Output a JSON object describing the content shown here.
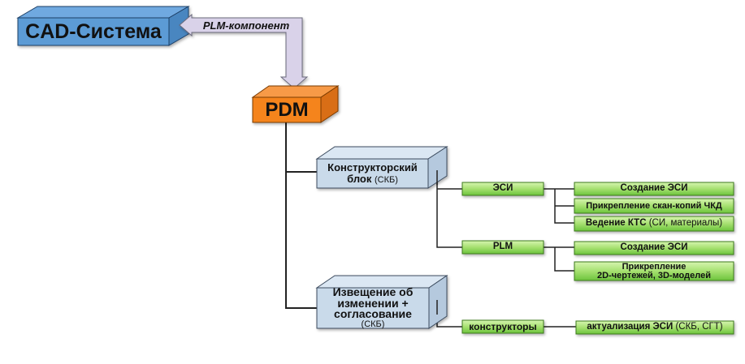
{
  "colors": {
    "cad_front": "#5b9bd5",
    "cad_top": "#6fa9e0",
    "cad_side": "#4a86c0",
    "pdm_front": "#f5841f",
    "pdm_top": "#f79a47",
    "pdm_side": "#d96e12",
    "block_front": "#c9daea",
    "block_top": "#dbe7f3",
    "block_side": "#b5c9de",
    "arrow_fill": "#d9d2e9",
    "green_light": "#c8ef9e",
    "green_dark": "#6cc43c",
    "line": "#222222"
  },
  "nodes": {
    "cad": {
      "label": "CAD-Система"
    },
    "pdm": {
      "label": "PDM"
    },
    "arrow": {
      "label": "PLM-компонент"
    },
    "design_block": {
      "line1": "Конструкторский",
      "line2": "блок",
      "sub": "(СКБ)"
    },
    "change_notice": {
      "line1": "Извещение об",
      "line2": "изменении +",
      "line3": "согласование",
      "sub": "(СКБ)"
    },
    "esi": {
      "label": "ЭСИ"
    },
    "plm": {
      "label": "PLM"
    },
    "designers": {
      "label": "конструкторы"
    },
    "esi_children": [
      {
        "label": "Создание ЭСИ",
        "sub": ""
      },
      {
        "label": "Прикрепление скан-копий ЧКД",
        "sub": ""
      },
      {
        "label": "Ведение КТС",
        "sub": "(СИ, материалы)"
      }
    ],
    "plm_children": [
      {
        "label": "Создание ЭСИ"
      },
      {
        "line1": "Прикрепление",
        "line2": "2D-чертежей, 3D-моделей"
      }
    ],
    "designers_child": {
      "label": "актуализация ЭСИ",
      "sub": "(СКБ, СГТ)"
    }
  }
}
